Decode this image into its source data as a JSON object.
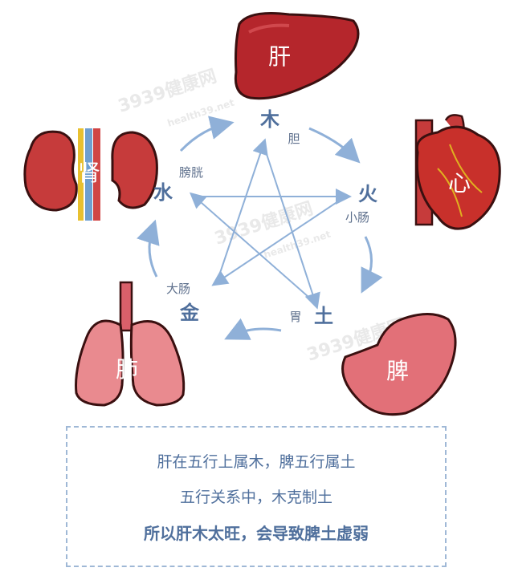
{
  "watermarks": [
    {
      "logo": "3939健康网",
      "sub": "health39.net"
    },
    {
      "logo": "3939健康网",
      "sub": "health39.net"
    },
    {
      "logo": "3939健康网",
      "sub": ""
    }
  ],
  "organs": {
    "liver": "肝",
    "heart": "心",
    "spleen": "脾",
    "lung": "肺",
    "kidney": "肾"
  },
  "elements": {
    "wood": "木",
    "fire": "火",
    "earth": "土",
    "metal": "金",
    "water": "水"
  },
  "fu_organs": {
    "gallbladder": "胆",
    "small_intestine": "小肠",
    "stomach": "胃",
    "large_intestine": "大肠",
    "bladder": "膀胱"
  },
  "colors": {
    "arrow": "#8fb0d8",
    "element_text": "#4f6f9c",
    "box_border": "#9fb8d6",
    "liver": "#b5262c",
    "heart": "#c8302b",
    "spleen": "#e27078",
    "lung": "#e98a8f",
    "kidney": "#c63b3b"
  },
  "caption": {
    "line1": "肝在五行上属木，脾五行属土",
    "line2": "五行关系中，木克制土",
    "line3": "所以肝木太旺，会导致脾土虚弱"
  }
}
